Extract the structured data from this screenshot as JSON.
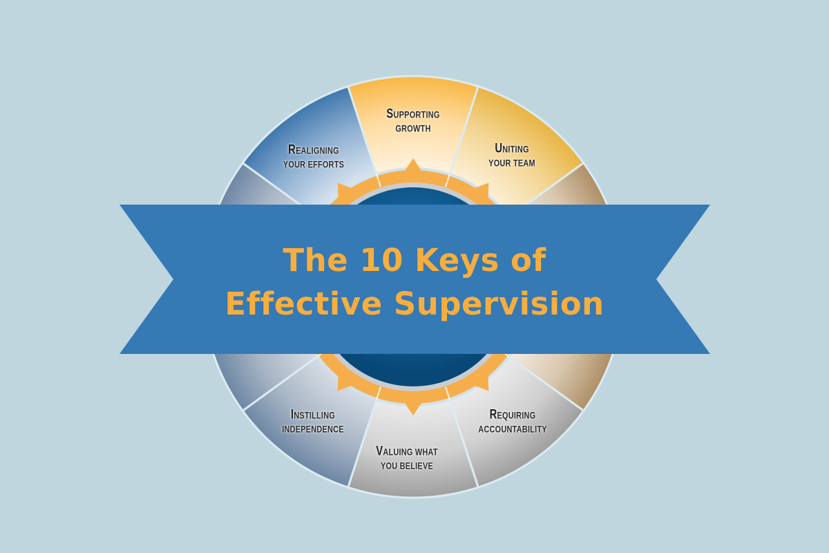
{
  "title": {
    "line1": "The 10 Keys of",
    "line2": "Effective Supervision"
  },
  "colors": {
    "background": "#BFD6DF",
    "banner": "#3579B5",
    "title_text": "#F7AE3E",
    "ring_orange": "#F6AE4C",
    "center_blue": "#0B5A93",
    "label_text": "#2B2B2B"
  },
  "segments": [
    {
      "cap": "S",
      "rest1": "UPPORTING",
      "line2": "GROWTH"
    },
    {
      "cap": "U",
      "rest1": "NITING",
      "line2": "YOUR TEAM"
    },
    {
      "cap": "",
      "rest1": "",
      "line2": ""
    },
    {
      "cap": "",
      "rest1": "",
      "line2": ""
    },
    {
      "cap": "R",
      "rest1": "EQUIRING",
      "line2": "ACCOUNTABILITY"
    },
    {
      "cap": "V",
      "rest1": "ALUING WHAT",
      "line2": "YOU BELIEVE"
    },
    {
      "cap": "I",
      "rest1": "NSTILLING",
      "line2": "INDEPENDENCE"
    },
    {
      "cap": "",
      "rest1": "",
      "line2": ""
    },
    {
      "cap": "",
      "rest1": "",
      "line2": ""
    },
    {
      "cap": "R",
      "rest1": "EALIGNING",
      "line2": "YOUR EFFORTS"
    }
  ]
}
